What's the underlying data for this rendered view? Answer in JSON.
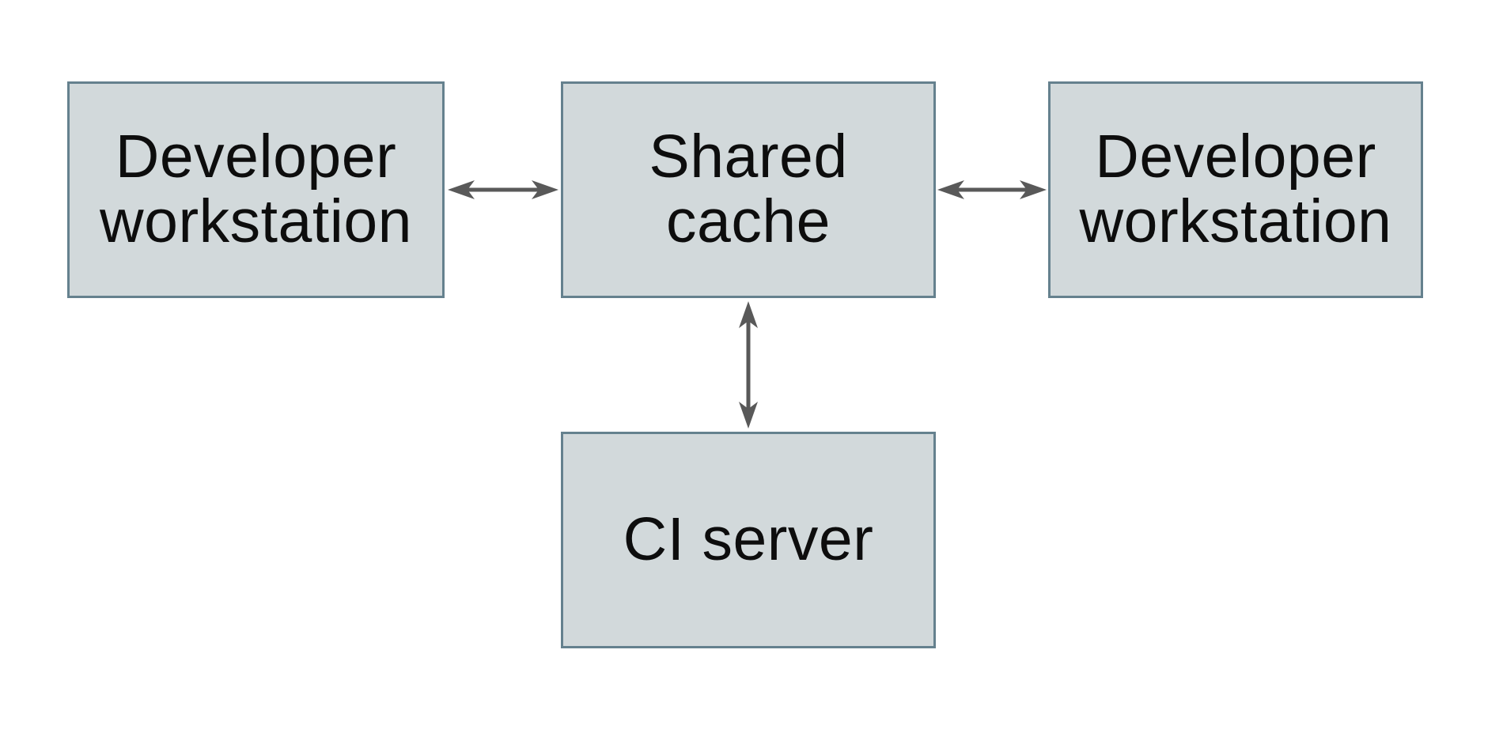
{
  "diagram": {
    "type": "block-diagram",
    "colors": {
      "background": "#ffffff",
      "node_fill": "#d2d9db",
      "node_border": "#65818e",
      "arrow": "#595959",
      "text": "#0d0d0d"
    },
    "nodes": [
      {
        "id": "developer-workstation-left",
        "label": "Developer\nworkstation"
      },
      {
        "id": "shared-cache",
        "label": "Shared\ncache"
      },
      {
        "id": "developer-workstation-right",
        "label": "Developer\nworkstation"
      },
      {
        "id": "ci-server",
        "label": "CI server"
      }
    ],
    "edges": [
      {
        "from": "developer-workstation-left",
        "to": "shared-cache",
        "direction": "bidirectional"
      },
      {
        "from": "developer-workstation-right",
        "to": "shared-cache",
        "direction": "bidirectional"
      },
      {
        "from": "ci-server",
        "to": "shared-cache",
        "direction": "bidirectional"
      }
    ]
  }
}
